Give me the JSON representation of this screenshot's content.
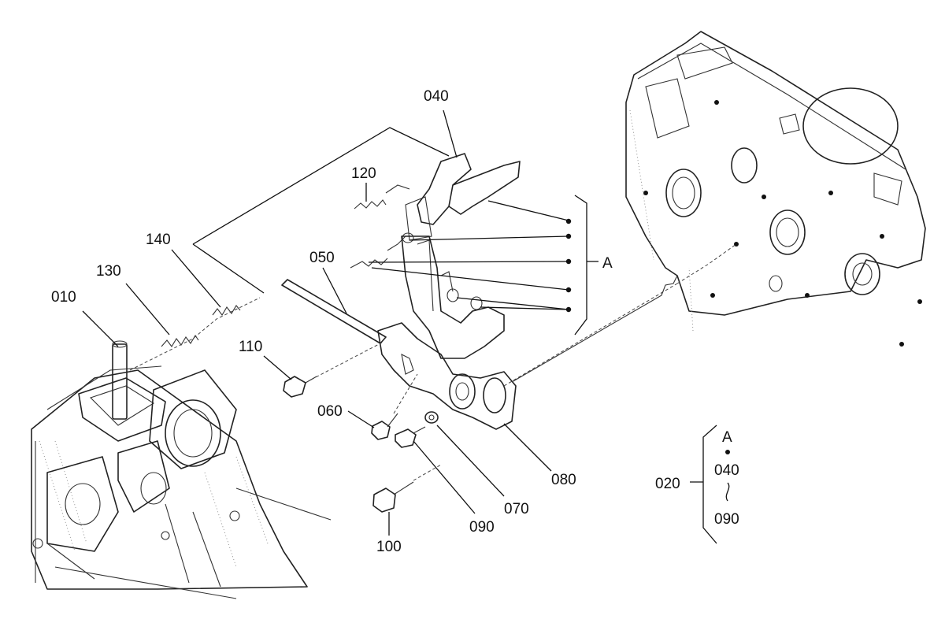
{
  "parts": {
    "p010": "010",
    "p130": "130",
    "p140": "140",
    "p120": "120",
    "p040": "040",
    "p050": "050",
    "p110": "110",
    "p060": "060",
    "p090": "090",
    "p070": "070",
    "p080": "080",
    "p100": "100"
  },
  "group": {
    "marker": "A"
  },
  "legend": {
    "assembly": "020",
    "marker": "A",
    "range_start": "040",
    "range_end": "090"
  }
}
